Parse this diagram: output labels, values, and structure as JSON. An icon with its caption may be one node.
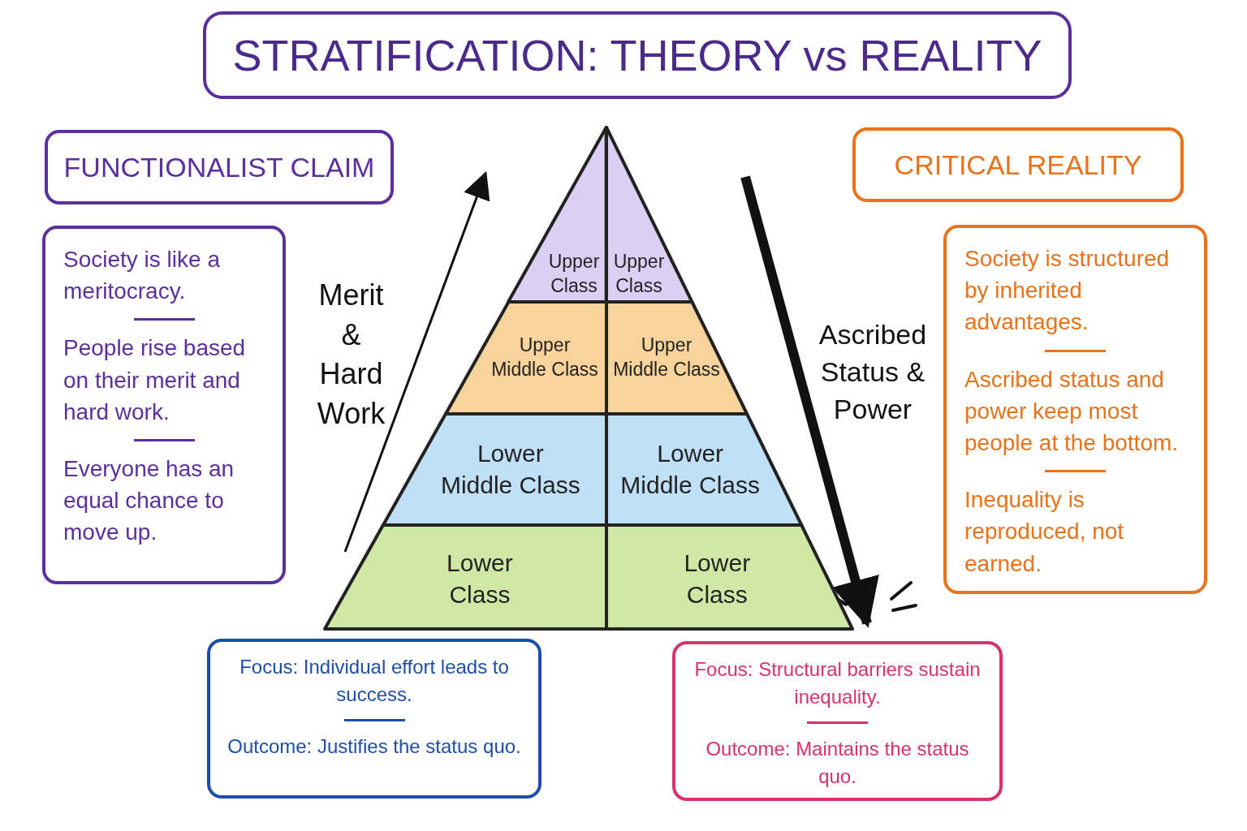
{
  "diagram": {
    "title": "STRATIFICATION: THEORY vs REALITY",
    "nodes": [
      {
        "text": [
          "FUNCTIONALIST CLAIM"
        ]
      },
      {
        "text": [
          "Society is like a meritocracy.",
          "People rise based on their merit and hard work.",
          "Everyone has an equal chance to move up."
        ]
      },
      {
        "text": [
          "CRITICAL REALITY"
        ]
      },
      {
        "text": [
          "Society is structured by inherited advantages.",
          "Ascribed status and power keep most people at the bottom.",
          "Inequality is reproduced, not earned."
        ]
      },
      {
        "text": [
          "Upper Class"
        ]
      },
      {
        "text": [
          "Upper Class"
        ]
      },
      {
        "text": [
          "Upper Middle Class"
        ]
      },
      {
        "text": [
          "Upper Middle Class"
        ]
      },
      {
        "text": [
          "Lower Middle Class"
        ]
      },
      {
        "text": [
          "Lower Middle Class"
        ]
      },
      {
        "text": [
          "Lower Class"
        ]
      },
      {
        "text": [
          "Lower Class"
        ]
      },
      {
        "text": [
          "Focus: Individual effort leads to success.",
          "Outcome: Justifies the status quo."
        ]
      },
      {
        "text": [
          "Focus: Structural barriers sustain inequality.",
          "Outcome: Maintains the status quo."
        ]
      }
    ],
    "edges": [
      {
        "from": null,
        "to": 11,
        "arrow": "to"
      }
    ],
    "labels": [
      "Merit & Hard Work",
      "Ascribed Status & Power"
    ]
  }
}
